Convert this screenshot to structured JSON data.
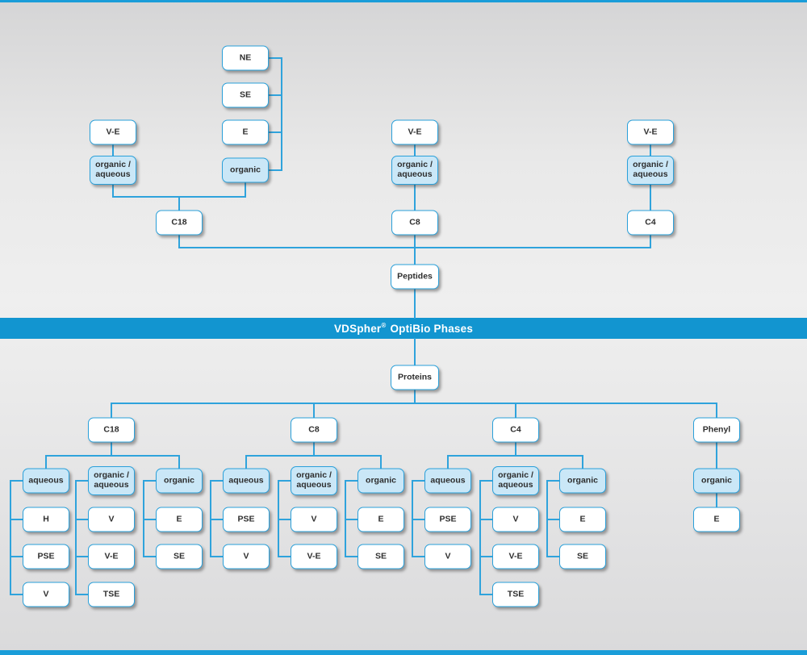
{
  "banner": {
    "brand": "VDSpher",
    "registered": "®",
    "title": "OptiBio Phases"
  },
  "colors": {
    "accent_line": "#2fa3dc",
    "band_blue": "#1295d0",
    "light_fill": "#cae7f7",
    "box_border": "#2aa0da"
  },
  "peptides": {
    "root_label": "Peptides",
    "c18": {
      "label": "C18",
      "organic_branch": {
        "mode": "organic",
        "items": [
          "NE",
          "SE",
          "E"
        ]
      },
      "aqueous_branch": {
        "item": "V-E",
        "mode": "organic /\naqueous"
      }
    },
    "c8": {
      "label": "C8",
      "item": "V-E",
      "mode": "organic /\naqueous"
    },
    "c4": {
      "label": "C4",
      "item": "V-E",
      "mode": "organic /\naqueous"
    }
  },
  "proteins": {
    "root_label": "Proteins",
    "columns": [
      {
        "label": "C18",
        "modes": [
          {
            "label": "aqueous",
            "items": [
              "H",
              "PSE",
              "V"
            ]
          },
          {
            "label": "organic /\naqueous",
            "items": [
              "V",
              "V-E",
              "TSE"
            ]
          },
          {
            "label": "organic",
            "items": [
              "E",
              "SE"
            ]
          }
        ]
      },
      {
        "label": "C8",
        "modes": [
          {
            "label": "aqueous",
            "items": [
              "PSE",
              "V"
            ]
          },
          {
            "label": "organic /\naqueous",
            "items": [
              "V",
              "V-E"
            ]
          },
          {
            "label": "organic",
            "items": [
              "E",
              "SE"
            ]
          }
        ]
      },
      {
        "label": "C4",
        "modes": [
          {
            "label": "aqueous",
            "items": [
              "PSE",
              "V"
            ]
          },
          {
            "label": "organic /\naqueous",
            "items": [
              "V",
              "V-E",
              "TSE"
            ]
          },
          {
            "label": "organic",
            "items": [
              "E",
              "SE"
            ]
          }
        ]
      },
      {
        "label": "Phenyl",
        "modes": [
          {
            "label": "organic",
            "items": [
              "E"
            ]
          }
        ]
      }
    ]
  }
}
